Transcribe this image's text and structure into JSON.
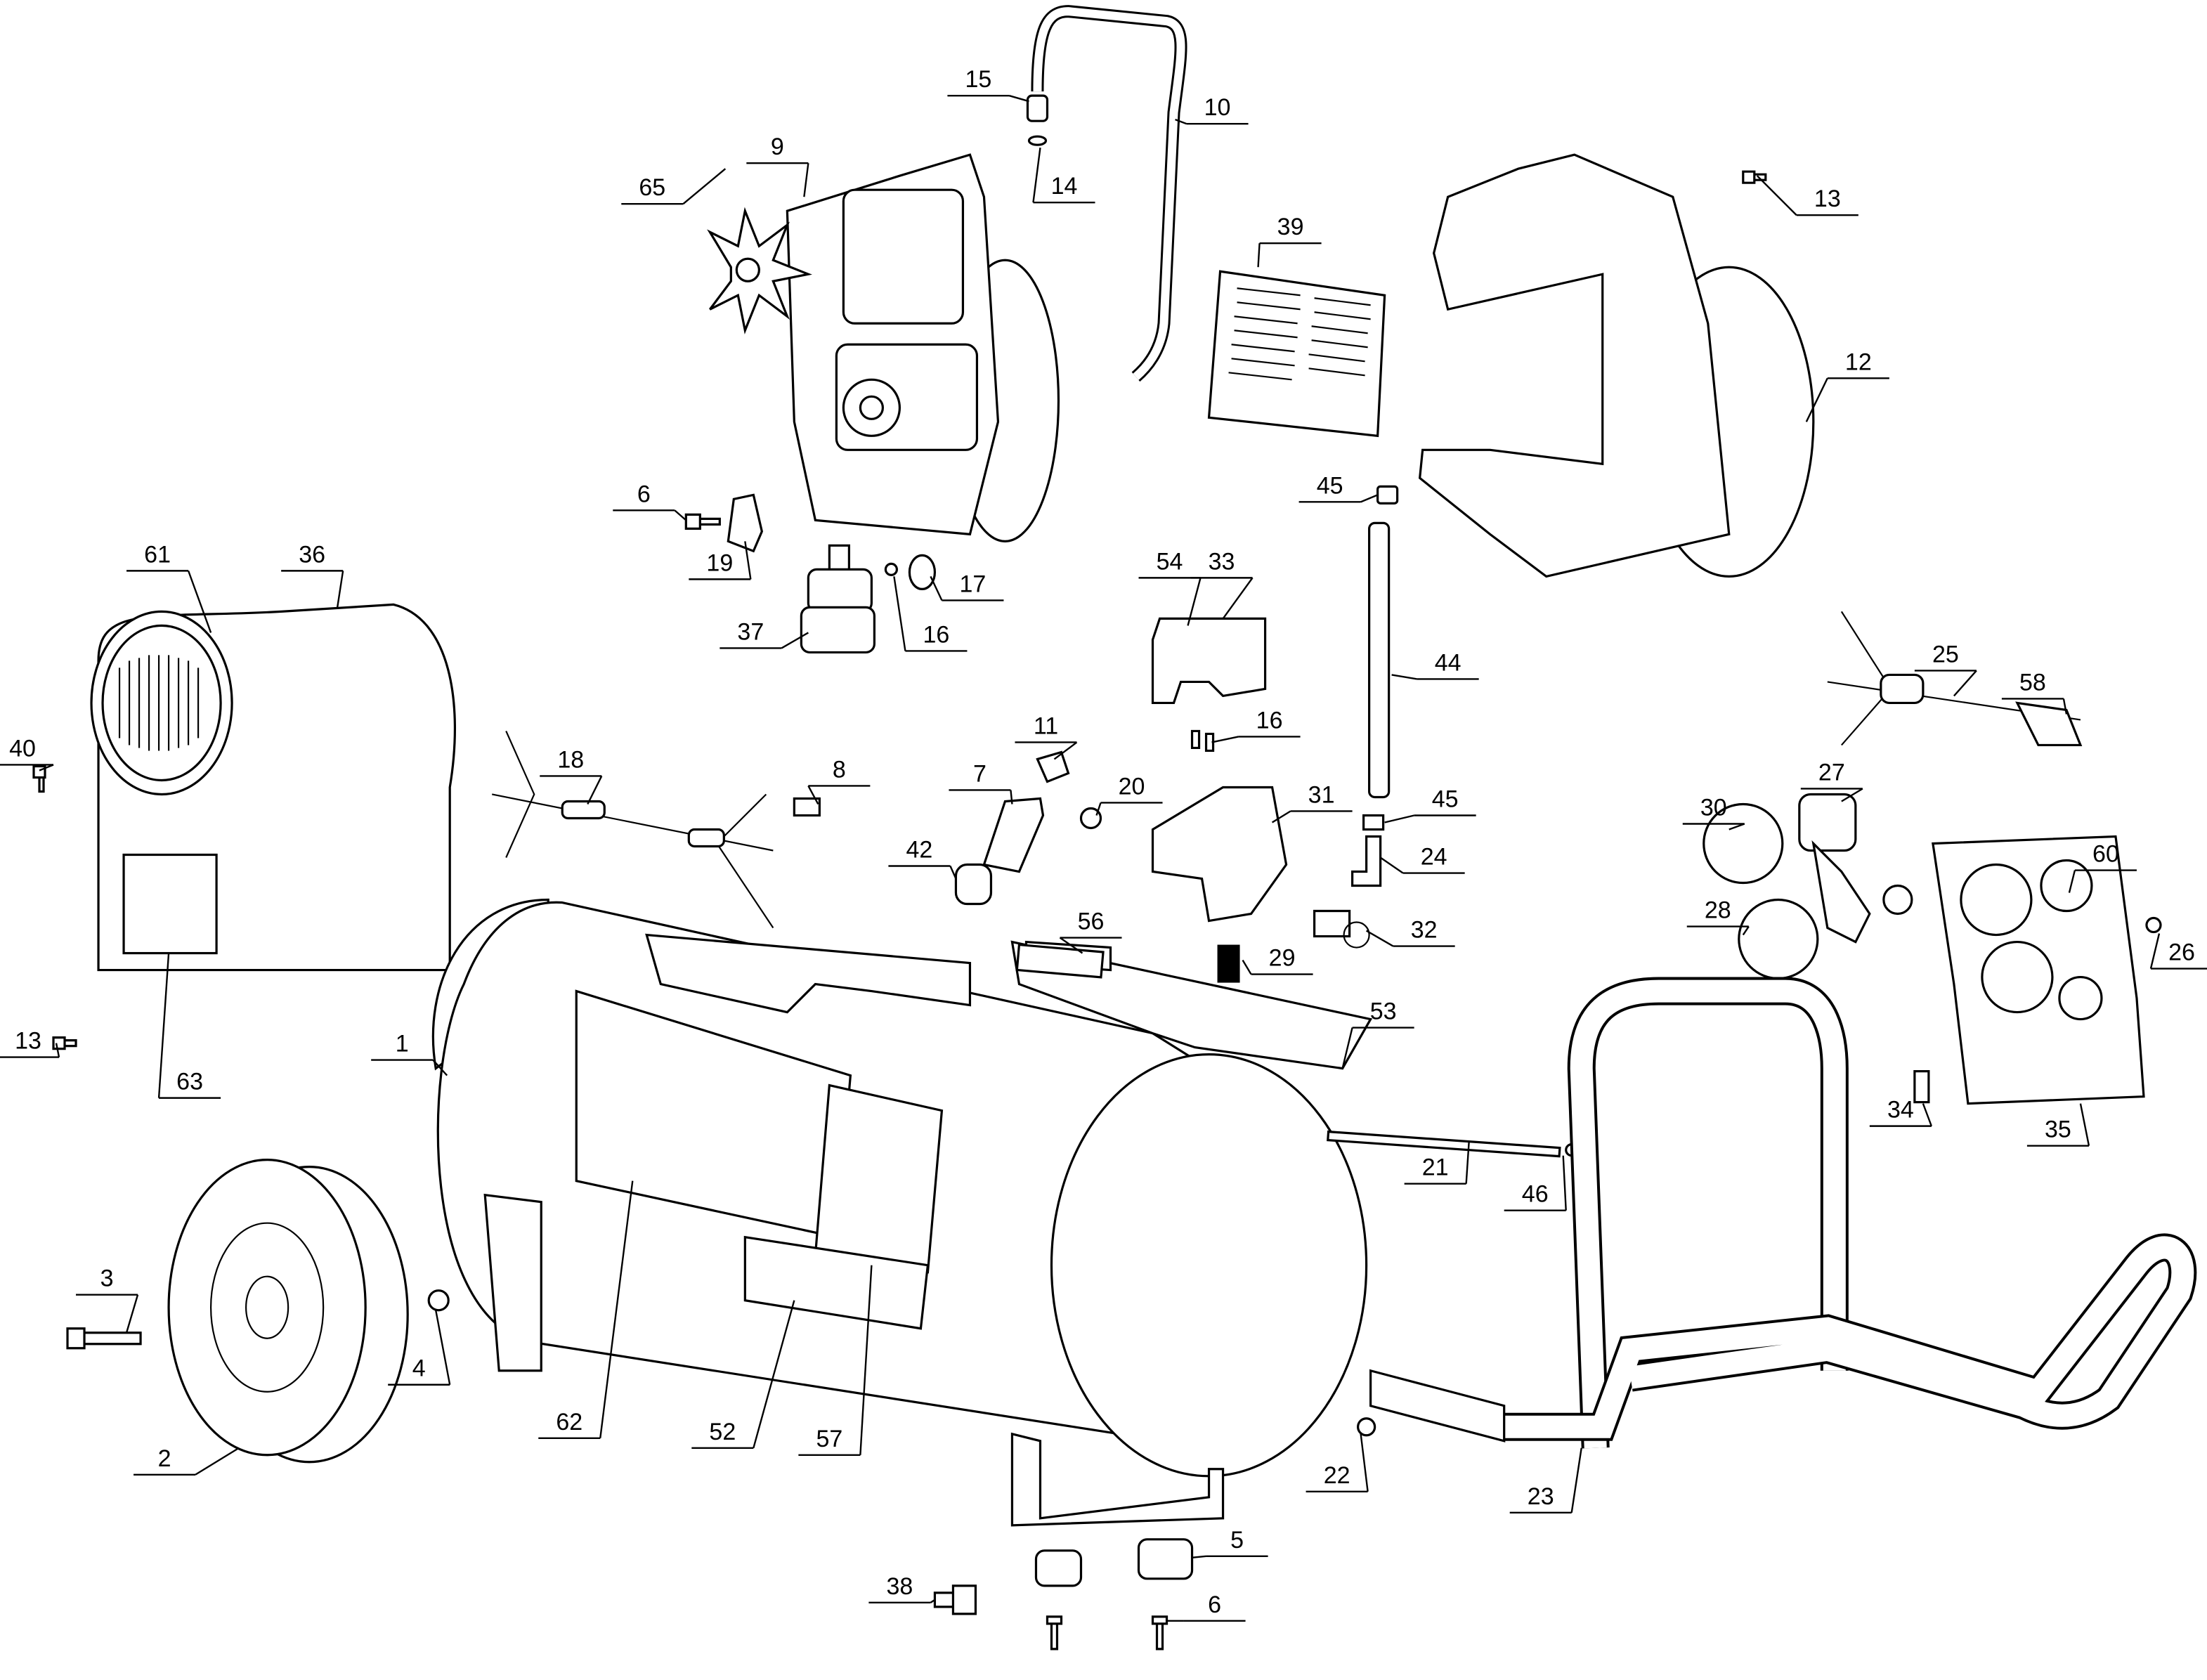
{
  "labels": [
    "15",
    "10",
    "9",
    "14",
    "65",
    "13",
    "39",
    "12",
    "45",
    "6",
    "19",
    "61",
    "36",
    "54",
    "33",
    "17",
    "37",
    "16",
    "44",
    "25",
    "58",
    "16",
    "11",
    "40",
    "18",
    "8",
    "7",
    "20",
    "31",
    "45",
    "30",
    "27",
    "24",
    "42",
    "60",
    "56",
    "28",
    "32",
    "29",
    "26",
    "53",
    "13",
    "1",
    "63",
    "34",
    "35",
    "21",
    "46",
    "3",
    "4",
    "62",
    "52",
    "57",
    "2",
    "22",
    "23",
    "5",
    "38",
    "6"
  ],
  "colors": {
    "line": "#000000",
    "background": "#ffffff"
  }
}
